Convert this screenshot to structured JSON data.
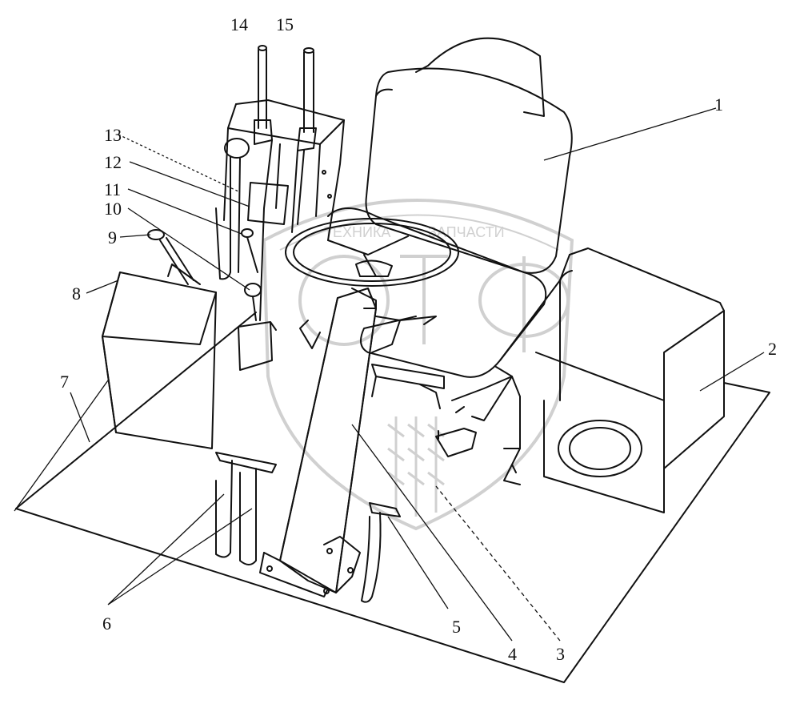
{
  "watermark": {
    "arc_text_left": "ТЕХНИКА",
    "arc_text_right": "ЗАПЧАСТИ",
    "logo_letters": "ЭТФ",
    "color": "#c8c8c8"
  },
  "ink_color": "#111111",
  "callouts": [
    {
      "id": "c14",
      "label": "14"
    },
    {
      "id": "c15",
      "label": "15"
    },
    {
      "id": "c13",
      "label": "13"
    },
    {
      "id": "c12",
      "label": "12"
    },
    {
      "id": "c11",
      "label": "11"
    },
    {
      "id": "c10",
      "label": "10"
    },
    {
      "id": "c9",
      "label": "9"
    },
    {
      "id": "c8",
      "label": "8"
    },
    {
      "id": "c7",
      "label": "7"
    },
    {
      "id": "c1",
      "label": "1"
    },
    {
      "id": "c2",
      "label": "2"
    },
    {
      "id": "c6",
      "label": "6"
    },
    {
      "id": "c5",
      "label": "5"
    },
    {
      "id": "c4",
      "label": "4"
    },
    {
      "id": "c3",
      "label": "3"
    }
  ]
}
